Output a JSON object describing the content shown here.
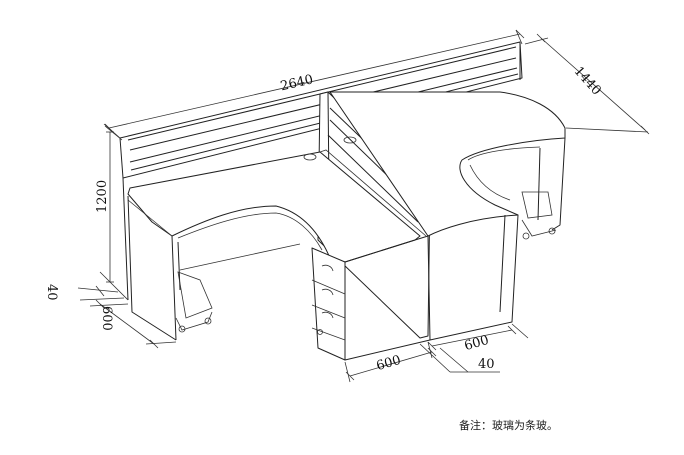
{
  "dimensions": {
    "total_length": "2640",
    "depth": "1440",
    "height": "1200",
    "screen_offset": "40",
    "side_depth": "600",
    "front_left_width": "600",
    "front_right_width": "600",
    "front_gap": "40"
  },
  "note": "备注：玻璃为条玻。"
}
